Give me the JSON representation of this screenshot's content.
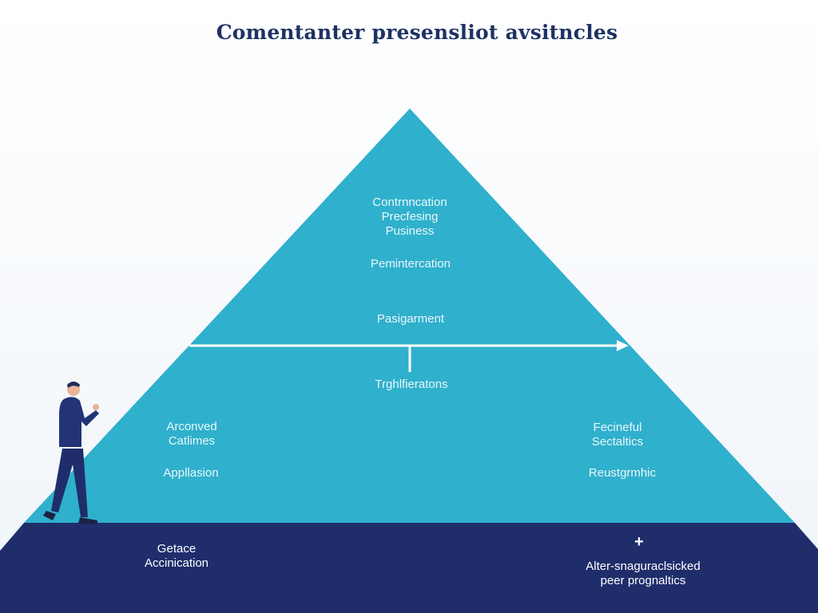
{
  "title": "Comentanter presensliot avsitncles",
  "colors": {
    "pyramid": "#2fb0cc",
    "base": "#1f2d6b",
    "title": "#1e3264"
  },
  "pyramid": {
    "top": [
      "Contrnncation",
      "Precfesing",
      "Pusiness"
    ],
    "middle_1": "Pemintercation",
    "middle_2": "Pasigarment",
    "center_below_arrow": "Trghlfieratons",
    "left": [
      "Arconved",
      "Catlimes"
    ],
    "left_sub": "Appllasion",
    "right": [
      "Fecineful",
      "Sectaltics"
    ],
    "right_sub": "Reustgrmhic"
  },
  "base": {
    "left": [
      "Getace",
      "Accinication"
    ],
    "right_icon": "plus-icon",
    "right_symbol": "+",
    "right": [
      "Alter-snaguraclsicked",
      "peer prognaltics"
    ]
  }
}
